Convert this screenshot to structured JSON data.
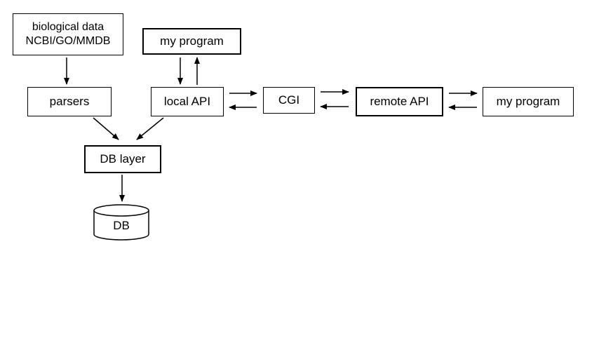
{
  "diagram": {
    "nodes": {
      "biological_data": {
        "line1": "biological data",
        "line2": "NCBI/GO/MMDB"
      },
      "my_program_top": "my program",
      "parsers": "parsers",
      "local_api": "local API",
      "cgi": "CGI",
      "remote_api": "remote API",
      "my_program_right": "my program",
      "db_layer": "DB layer",
      "db": "DB"
    },
    "edges": [
      {
        "from": "biological_data",
        "to": "parsers"
      },
      {
        "from": "my_program_top",
        "to": "local_api"
      },
      {
        "from": "local_api",
        "to": "my_program_top"
      },
      {
        "from": "parsers",
        "to": "db_layer"
      },
      {
        "from": "local_api",
        "to": "db_layer"
      },
      {
        "from": "db_layer",
        "to": "db"
      },
      {
        "from": "local_api",
        "to": "cgi"
      },
      {
        "from": "cgi",
        "to": "local_api"
      },
      {
        "from": "cgi",
        "to": "remote_api"
      },
      {
        "from": "remote_api",
        "to": "cgi"
      },
      {
        "from": "remote_api",
        "to": "my_program_right"
      },
      {
        "from": "my_program_right",
        "to": "remote_api"
      }
    ],
    "colors": {
      "stroke": "#000000",
      "fill": "#ffffff"
    }
  }
}
